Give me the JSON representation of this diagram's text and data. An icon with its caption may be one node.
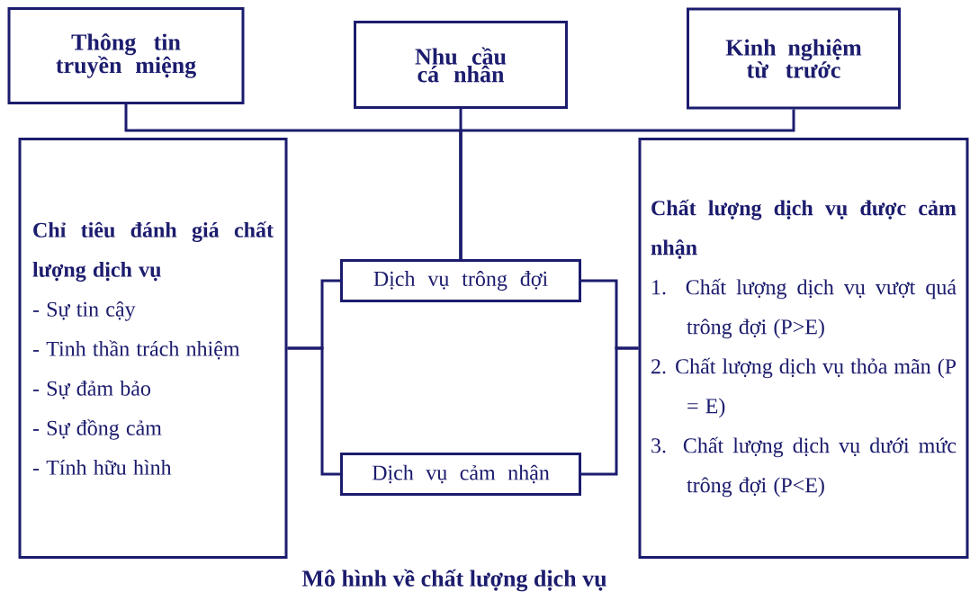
{
  "diagram": {
    "caption": "Mô hình về chất lượng dịch vụ",
    "nodes": [
      {
        "text": [
          "Thông tin truyền miệng"
        ]
      },
      {
        "text": [
          "Nhu cầu cá nhân"
        ]
      },
      {
        "text": [
          "Kinh nghiệm từ trước"
        ]
      },
      {
        "text": [
          "Chỉ tiêu đánh giá chất lượng dịch vụ",
          "- Sự tin cậy",
          "- Tinh thần trách nhiệm",
          "- Sự đảm bảo",
          "- Sự đồng cảm",
          "- Tính hữu hình"
        ]
      },
      {
        "text": [
          "Dịch vụ trông đợi"
        ]
      },
      {
        "text": [
          "Dịch vụ cảm nhận"
        ]
      },
      {
        "text": [
          "Chất lượng dịch vụ được cảm nhận",
          "1. Chất lượng dịch vụ vượt quá trông đợi (P>E)",
          "2. Chất lượng dịch vụ thỏa mãn (P = E)",
          "3. Chất lượng dịch vụ dưới mức trông đợi (P<E)"
        ]
      }
    ],
    "edges": [
      {
        "from": 0,
        "to": 4,
        "arrow": "none"
      },
      {
        "from": 1,
        "to": 4,
        "arrow": "none"
      },
      {
        "from": 2,
        "to": 4,
        "arrow": "none"
      },
      {
        "from": 3,
        "to": 4,
        "arrow": "none"
      },
      {
        "from": 3,
        "to": 5,
        "arrow": "none"
      },
      {
        "from": 4,
        "to": 6,
        "arrow": "none"
      },
      {
        "from": 5,
        "to": 6,
        "arrow": "none"
      }
    ]
  }
}
